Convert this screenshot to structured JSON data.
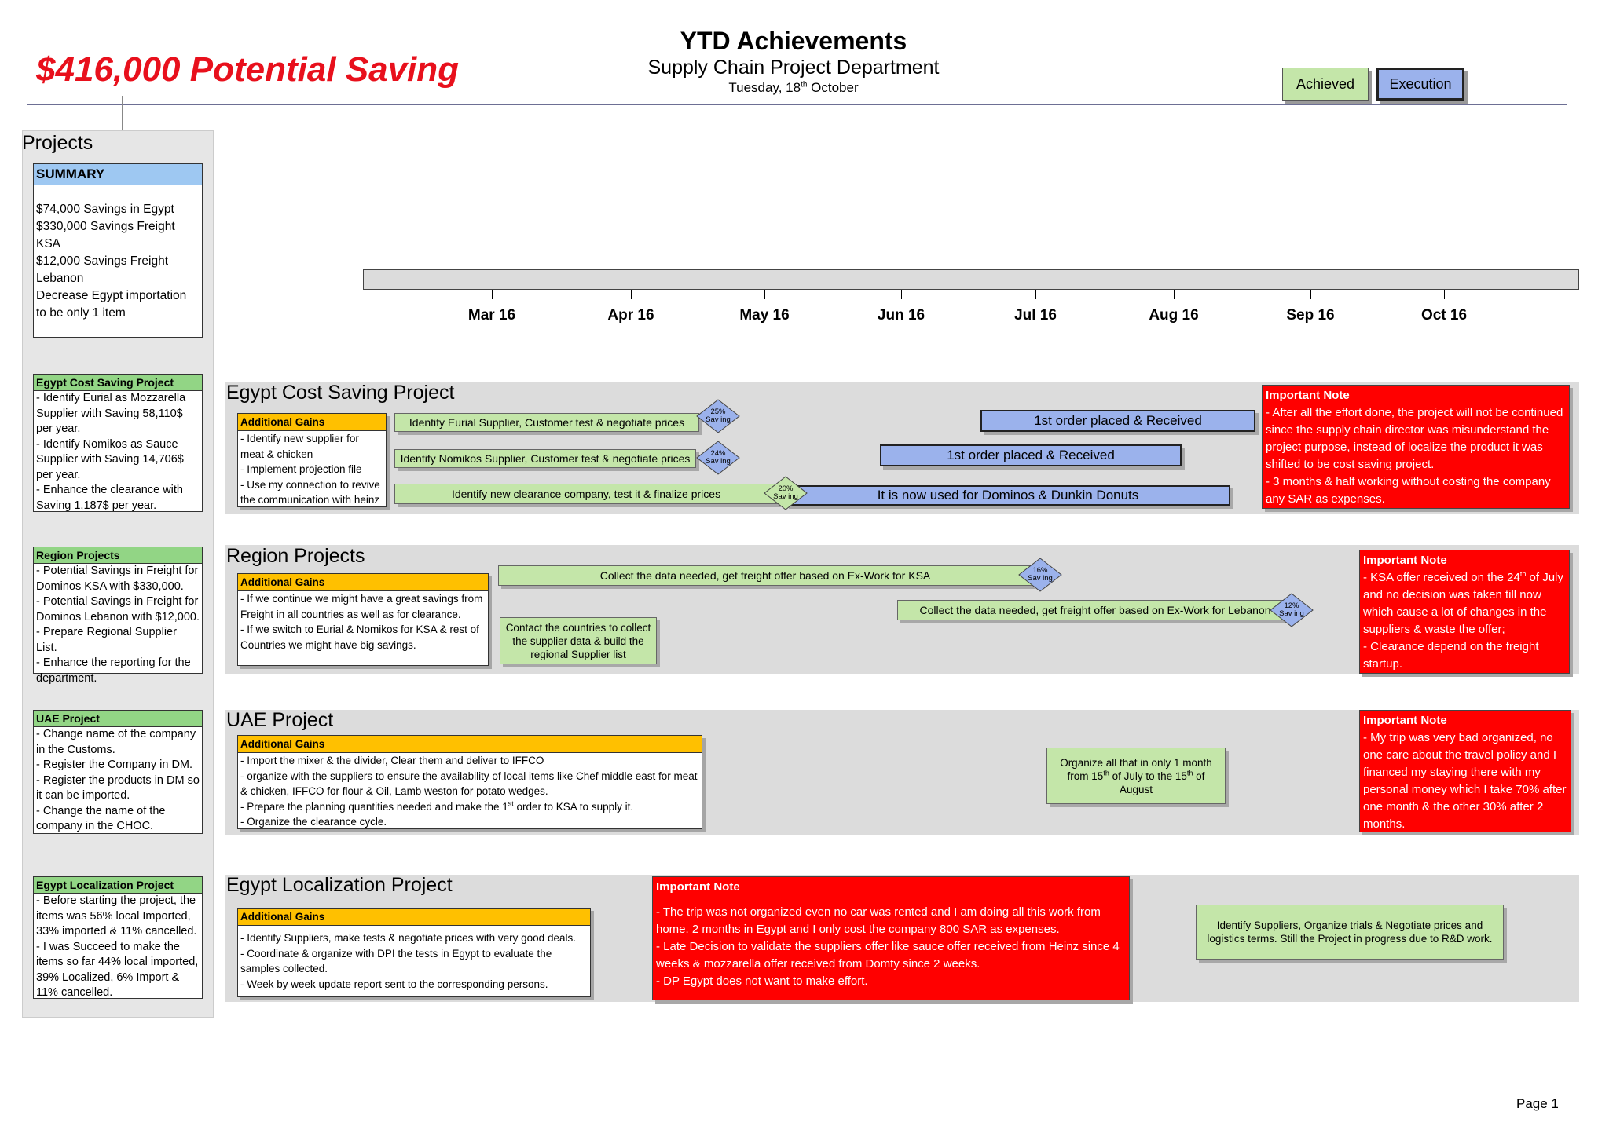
{
  "header": {
    "saving": "$416,000 Potential Saving",
    "title": "YTD Achievements",
    "subtitle": "Supply Chain Project Department",
    "date_prefix": "Tuesday, 18",
    "date_sup": "th",
    "date_suffix": " October"
  },
  "legend": {
    "achieved": "Achieved",
    "execution": "Execution"
  },
  "colors": {
    "achieved": "#c4e6a9",
    "execution": "#9bb2ec",
    "note": "#ff0000",
    "gains": "#ffc000",
    "summary": "#9ec8f2",
    "saving": "#e8101c"
  },
  "sidebar": {
    "label": "Projects",
    "summary": {
      "title": "SUMMARY",
      "lines": [
        "$74,000 Savings in Egypt",
        "$330,000 Savings Freight KSA",
        "$12,000 Savings Freight Lebanon",
        "Decrease Egypt importation to be only 1 item"
      ]
    },
    "egypt": {
      "title": "Egypt Cost Saving Project",
      "lines": [
        "- Identify Eurial as Mozzarella Supplier with Saving 58,110$ per year.",
        "- Identify Nomikos as Sauce Supplier with Saving 14,706$ per year.",
        "- Enhance the clearance with Saving 1,187$ per year."
      ]
    },
    "region": {
      "title": "Region Projects",
      "lines": [
        "- Potential Savings in Freight for Dominos KSA with $330,000.",
        "- Potential Savings in Freight for Dominos Lebanon with $12,000.",
        "- Prepare Regional Supplier List.",
        "- Enhance the reporting for the department."
      ]
    },
    "uae": {
      "title": "UAE Project",
      "lines": [
        "- Change name of the company in the Customs.",
        "- Register the Company in DM.",
        "- Register the products in DM so it can be imported.",
        "- Change the name of the company in the CHOC."
      ]
    },
    "localization": {
      "title": "Egypt Localization Project",
      "lines": [
        "- Before starting the project, the items was 56% local Imported, 33% imported & 11% cancelled.",
        "- I was Succeed to make the items so far 44% local imported, 39% Localized, 6% Import & 11% cancelled."
      ]
    }
  },
  "timeline": {
    "months": [
      "Mar 16",
      "Apr 16",
      "May 16",
      "Jun 16",
      "Jul 16",
      "Aug 16",
      "Sep 16",
      "Oct 16"
    ]
  },
  "sections": {
    "egypt": {
      "title": "Egypt Cost Saving Project",
      "gains_title": "Additional Gains",
      "gains": [
        "- Identify new supplier for meat & chicken",
        "- Implement projection file",
        "- Use my connection to revive the communication with heinz"
      ],
      "bars": {
        "b1": "Identify Eurial Supplier, Customer test & negotiate prices",
        "b2": "Identify Nomikos Supplier, Customer test & negotiate prices",
        "b3": "Identify new clearance company, test it & finalize prices",
        "e1": "1st order placed & Received",
        "e2": "1st order placed & Received",
        "e3": "It is now used for Dominos & Dunkin Donuts"
      },
      "milestones": {
        "m1": "25%",
        "m2": "24%",
        "m3": "20%",
        "word": "Sav ing"
      },
      "note_title": "Important Note",
      "note_lines": [
        "- After all the effort done, the project will not be continued since the supply chain director was misunderstand the project purpose, instead of localize the product it was shifted to be cost saving project.",
        "- 3 months & half working without costing the company any SAR as expenses."
      ]
    },
    "region": {
      "title": "Region Projects",
      "gains_title": "Additional Gains",
      "gains": [
        "- If we continue we might have a great savings from Freight in all countries as well as for clearance.",
        "- If we switch to Eurial & Nomikos for KSA & rest of Countries we might have big savings."
      ],
      "bars": {
        "b1": "Collect the data needed, get freight offer based on Ex-Work for KSA",
        "b2": "Collect the data needed, get freight offer based on Ex-Work for Lebanon",
        "b3": "Contact the countries to collect the supplier data & build the regional Supplier list"
      },
      "milestones": {
        "m1": "16%",
        "m2": "12%",
        "word": "Sav ing"
      },
      "note_title": "Important Note",
      "note_l1a": "- KSA offer received on the 24",
      "note_l1sup": "th",
      "note_l1b": " of July and no decision was taken till now which cause a lot of changes in the suppliers & waste the offer;",
      "note_l2": "- Clearance depend on the freight startup."
    },
    "uae": {
      "title": "UAE Project",
      "gains_title": "Additional Gains",
      "gains_l1": "- Import the mixer & the divider, Clear them and deliver  to IFFCO",
      "gains_l2": "- organize with the suppliers to ensure the availability of local items like Chef middle east for meat & chicken, IFFCO for flour & Oil, Lamb weston for potato wedges.",
      "gains_l3a": "- Prepare the planning quantities needed and make the 1",
      "gains_l3sup": "st",
      "gains_l3b": " order to KSA to supply it.",
      "gains_l4": "- Organize the clearance cycle.",
      "bar_a": "Organize all that in only 1 month from 15",
      "bar_sup1": "th",
      "bar_b": " of July to the 15",
      "bar_sup2": "th",
      "bar_c": " of August",
      "note_title": "Important Note",
      "note_lines": [
        "- My trip was very bad organized, no one care about the travel policy and I financed my staying there with my personal money which I take 70% after one month & the other 30% after 2 months."
      ]
    },
    "localization": {
      "title": "Egypt Localization Project",
      "gains_title": "Additional Gains",
      "gains": [
        "- Identify Suppliers, make tests & negotiate prices with very good deals.",
        "- Coordinate & organize with DPI the tests in Egypt to evaluate the samples collected.",
        "- Week by week update report sent to the corresponding persons."
      ],
      "note_title": "Important Note",
      "note_lines": [
        "- The trip was not organized even no car was rented and I am doing all this work from home. 2 months in Egypt and I only cost the company 800 SAR as expenses.",
        "- Late Decision to validate the suppliers offer like sauce offer received from Heinz since 4 weeks & mozzarella offer received from Domty since 2 weeks.",
        "- DP Egypt does not want to make effort."
      ],
      "bar": "Identify Suppliers, Organize trials & Negotiate prices and logistics terms. Still the Project in progress due to R&D work."
    }
  },
  "footer": {
    "page": "Page 1"
  }
}
